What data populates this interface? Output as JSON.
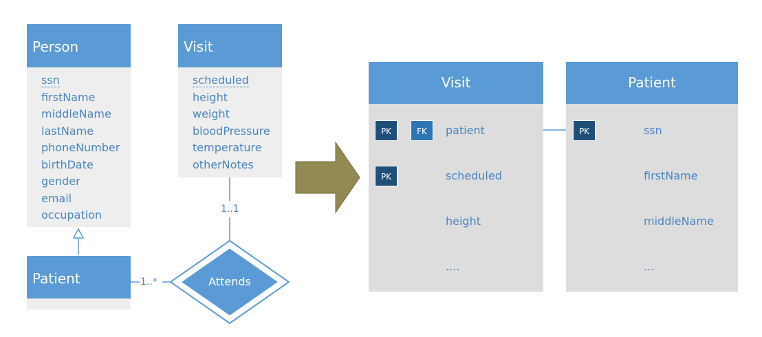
{
  "uml": {
    "person": {
      "title": "Person",
      "attributes": [
        "ssn",
        "firstName",
        "middleName",
        "lastName",
        "phoneNumber",
        "birthDate",
        "gender",
        "email",
        "occupation"
      ]
    },
    "visit": {
      "title": "Visit",
      "attributes": [
        "scheduled",
        "height",
        "weight",
        "bloodPressure",
        "temperature",
        "otherNotes"
      ]
    },
    "patient": {
      "title": "Patient"
    },
    "relationship": {
      "name": "Attends"
    },
    "multiplicity": {
      "visit_side": "1..1",
      "patient_side": "1..*"
    }
  },
  "tables": {
    "visit": {
      "title": "Visit",
      "keys": {
        "pk": "PK",
        "fk": "FK"
      },
      "fields": [
        "patient",
        "scheduled",
        "height",
        "...."
      ]
    },
    "patient": {
      "title": "Patient",
      "keys": {
        "pk": "PK"
      },
      "fields": [
        "ssn",
        "firstName",
        "middleName",
        "..."
      ]
    }
  },
  "colors": {
    "header_blue": "#5b9bd5",
    "panel_grey": "#eeeeee",
    "table_grey": "#dddddd",
    "pk_dark": "#1f4e79",
    "fk_blue": "#2e75b6",
    "arrow_olive": "#938953",
    "text_blue": "#4a86c5"
  }
}
